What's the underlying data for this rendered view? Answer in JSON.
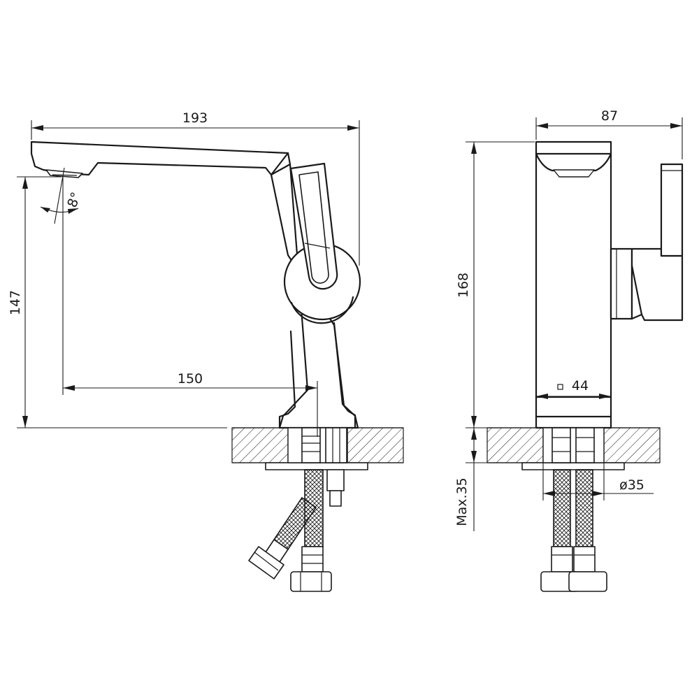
{
  "dimensions": {
    "total_length": "193",
    "spout_reach": "150",
    "spout_height": "147",
    "spout_angle": "8°",
    "body_width": "87",
    "body_height": "168",
    "body_square": "44",
    "hole_diameter": "ø35",
    "max_counter": "Max.35"
  },
  "colors": {
    "line": "#1a1a1a",
    "background": "#ffffff",
    "hatch": "#1a1a1a"
  }
}
